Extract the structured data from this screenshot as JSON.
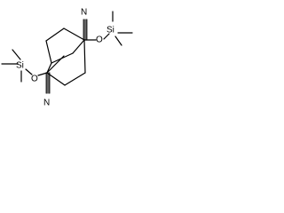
{
  "molecule": {
    "atoms": {
      "n_top": "N",
      "n_bottom": "N",
      "o_right": "O",
      "o_left": "O",
      "si_right": "Si",
      "si_left": "Si"
    }
  }
}
